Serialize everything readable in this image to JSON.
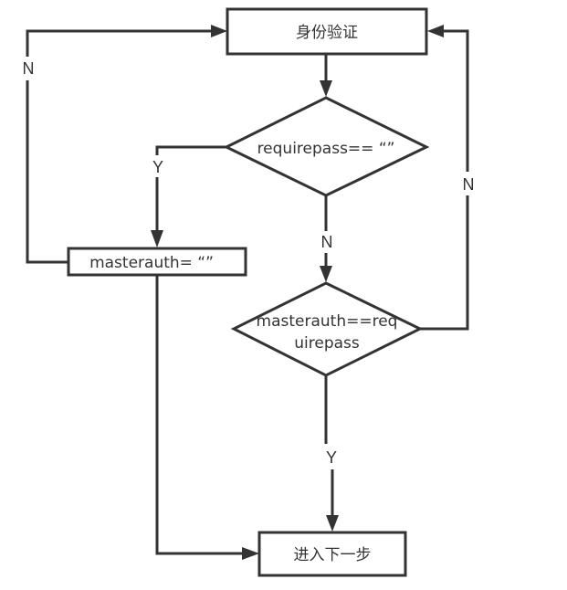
{
  "diagram": {
    "type": "flowchart",
    "colors": {
      "stroke": "#333333",
      "fill": "#ffffff",
      "text": "#333333"
    },
    "nodes": {
      "auth": {
        "shape": "rect",
        "label": "身份验证"
      },
      "check_requirepass": {
        "shape": "diamond",
        "label": "requirepass== “”"
      },
      "set_masterauth": {
        "shape": "rect",
        "label": "masterauth= “”"
      },
      "check_masterauth": {
        "shape": "diamond",
        "label_line1": "masterauth==req",
        "label_line2": "uirepass"
      },
      "next_step": {
        "shape": "rect",
        "label": "进入下一步"
      }
    },
    "edges": [
      {
        "from": "auth",
        "to": "check_requirepass",
        "label": ""
      },
      {
        "from": "check_requirepass",
        "to": "set_masterauth",
        "label": "Y"
      },
      {
        "from": "check_requirepass",
        "to": "check_masterauth",
        "label": "N"
      },
      {
        "from": "set_masterauth",
        "to": "auth",
        "label": "N"
      },
      {
        "from": "set_masterauth",
        "to": "next_step",
        "label": ""
      },
      {
        "from": "check_masterauth",
        "to": "auth",
        "label": "N"
      },
      {
        "from": "check_masterauth",
        "to": "next_step",
        "label": "Y"
      }
    ],
    "edge_labels": {
      "left_loop": "N",
      "requirepass_yes": "Y",
      "requirepass_no": "N",
      "right_loop": "N",
      "masterauth_yes": "Y"
    }
  }
}
